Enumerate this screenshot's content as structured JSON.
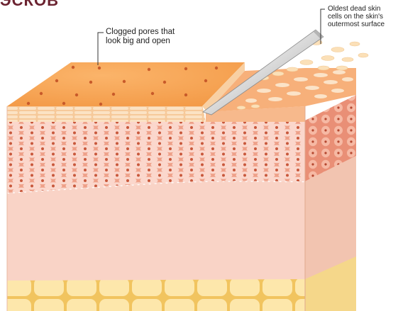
{
  "corner_title": "ЭСКОВ",
  "callouts": {
    "pores": {
      "lines": [
        "Clogged pores that",
        "look big and open"
      ]
    },
    "dead_cells": {
      "lines": [
        "Oldest dead skin",
        "cells on the skin's",
        "outermost surface"
      ]
    }
  },
  "colors": {
    "surface_top": "#f7a85a",
    "stratum_corneum": "#f9d3a8",
    "cell_layer": "#eea088",
    "cell": "#fbd7cc",
    "nucleus": "#c8583c",
    "dermis": "#f9d3c6",
    "dermis_side": "#f1c3a8",
    "fat": "#fbe5a8",
    "blade": "#e8e8e8"
  },
  "icons": [
    "exfoliation-blade-icon"
  ]
}
